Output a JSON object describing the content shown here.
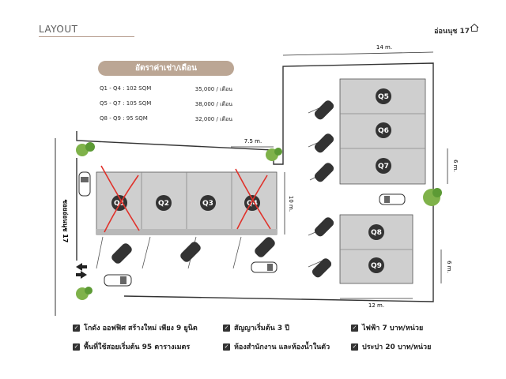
{
  "header": {
    "title": "LAYOUT",
    "location": "อ่อนนุช 17"
  },
  "rates": {
    "title": "อัตราค่าเช่า/เดือน",
    "rows": [
      {
        "units": "Q1 - Q4 : 102 SQM",
        "price": "35,000 / เดือน"
      },
      {
        "units": "Q5 - Q7 : 105 SQM",
        "price": "38,000 / เดือน"
      },
      {
        "units": "Q8 - Q9 : 95  SQM",
        "price": "32,000 / เดือน"
      }
    ]
  },
  "plan": {
    "units_row1": [
      "Q1",
      "Q2",
      "Q3",
      "Q4"
    ],
    "units_col": [
      "Q5",
      "Q6",
      "Q7"
    ],
    "units_col2": [
      "Q8",
      "Q9"
    ],
    "dim_top": "14 m.",
    "dim_side": "7.5 m.",
    "dim_q_height": "10 m.",
    "dim_q7": "6 m.",
    "dim_q9": "6 m.",
    "dim_bottom": "12 m.",
    "road": "ซอยอ่อนนุช 17",
    "unit_fill": "#c8c8c8",
    "accent": "#bba694",
    "cross_color": "#e0322b"
  },
  "features": [
    "โกดัง ออฟฟิศ สร้างใหม่ เพียง 9 ยูนิต",
    "สัญญาเริ่มต้น 3 ปี",
    "ไฟฟ้า 7 บาท/หน่วย",
    "พื้นที่ใช้สอยเริ่มต้น 95 ตารางเมตร",
    "ห้องสำนักงาน และห้องน้ำในตัว",
    "ประปา 20 บาท/หน่วย"
  ]
}
